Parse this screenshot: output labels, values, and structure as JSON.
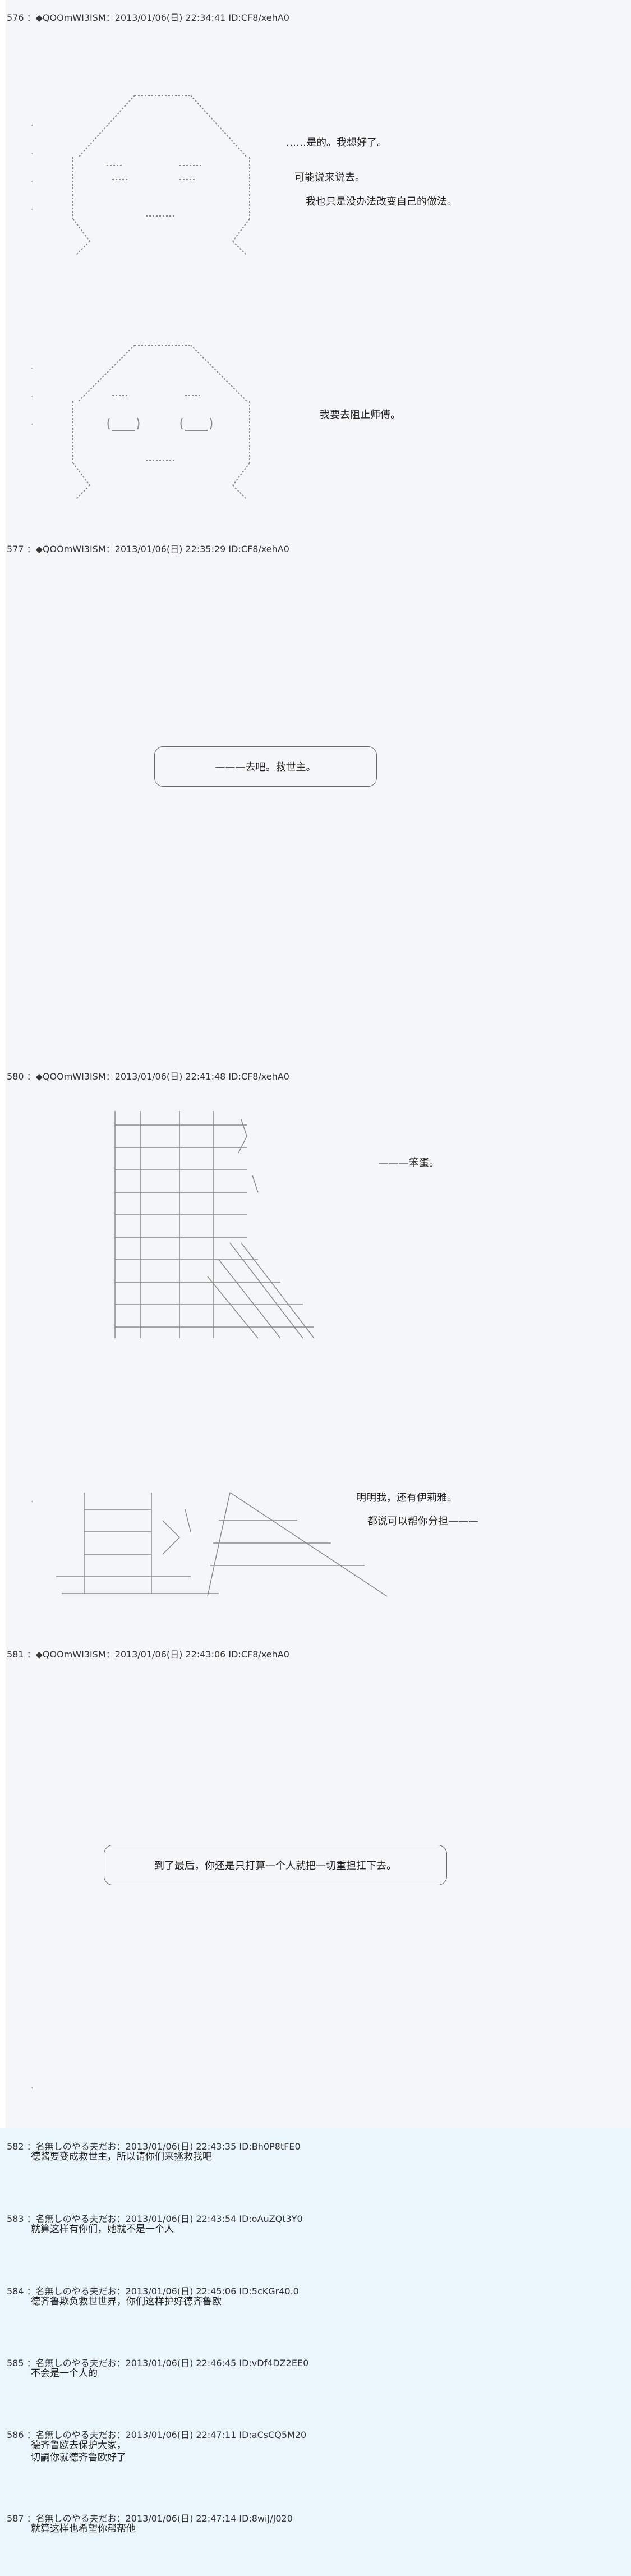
{
  "posts": [
    {
      "header": "576 ：◆QOOmWI3ISM：2013/01/06(日) 22:34:41 ID:CF8/xehA0",
      "lines": [
        "……是的。我想好了。",
        "可能说来说去。",
        "我也只是没办法改变自己的做法。",
        "我要去阻止师傅。"
      ]
    },
    {
      "header": "577 ：◆QOOmWI3ISM：2013/01/06(日) 22:35:29 ID:CF8/xehA0",
      "lines": [
        "———去吧。救世主。"
      ]
    },
    {
      "header": "580 ：◆QOOmWI3ISM：2013/01/06(日) 22:41:48 ID:CF8/xehA0",
      "lines": [
        "———笨蛋。",
        "明明我，还有伊莉雅。",
        "都说可以帮你分担———"
      ]
    },
    {
      "header": "581 ：◆QOOmWI3ISM：2013/01/06(日) 22:43:06 ID:CF8/xehA0",
      "lines": [
        "到了最后，你还是只打算一个人就把一切重担扛下去。"
      ]
    }
  ],
  "replies": [
    {
      "header": "582 ：名無しのやる夫だお：2013/01/06(日) 22:43:35 ID:Bh0P8tFE0",
      "lines": [
        "德酱要变成救世主，所以请你们来拯救我吧"
      ]
    },
    {
      "header": "583 ：名無しのやる夫だお：2013/01/06(日) 22:43:54 ID:oAuZQt3Y0",
      "lines": [
        "就算这样有你们，她就不是一个人"
      ]
    },
    {
      "header": "584 ：名無しのやる夫だお：2013/01/06(日) 22:45:06 ID:5cKGr40.0",
      "lines": [
        "德齐鲁欺负救世世界，你们这样护好德齐鲁欧"
      ]
    },
    {
      "header": "585 ：名無しのやる夫だお：2013/01/06(日) 22:46:45 ID:vDf4DZ2EE0",
      "lines": [
        "不会是一个人的"
      ]
    },
    {
      "header": "586 ：名無しのやる夫だお：2013/01/06(日) 22:47:11 ID:aCsCQ5M20",
      "lines": [
        "德齐鲁欧去保护大家，",
        "切嗣你就德齐鲁欧好了"
      ]
    },
    {
      "header": "587 ：名無しのやる夫だお：2013/01/06(日) 22:47:14 ID:8wiJ/J020",
      "lines": [
        "就算这样也希望你帮帮他"
      ]
    }
  ]
}
